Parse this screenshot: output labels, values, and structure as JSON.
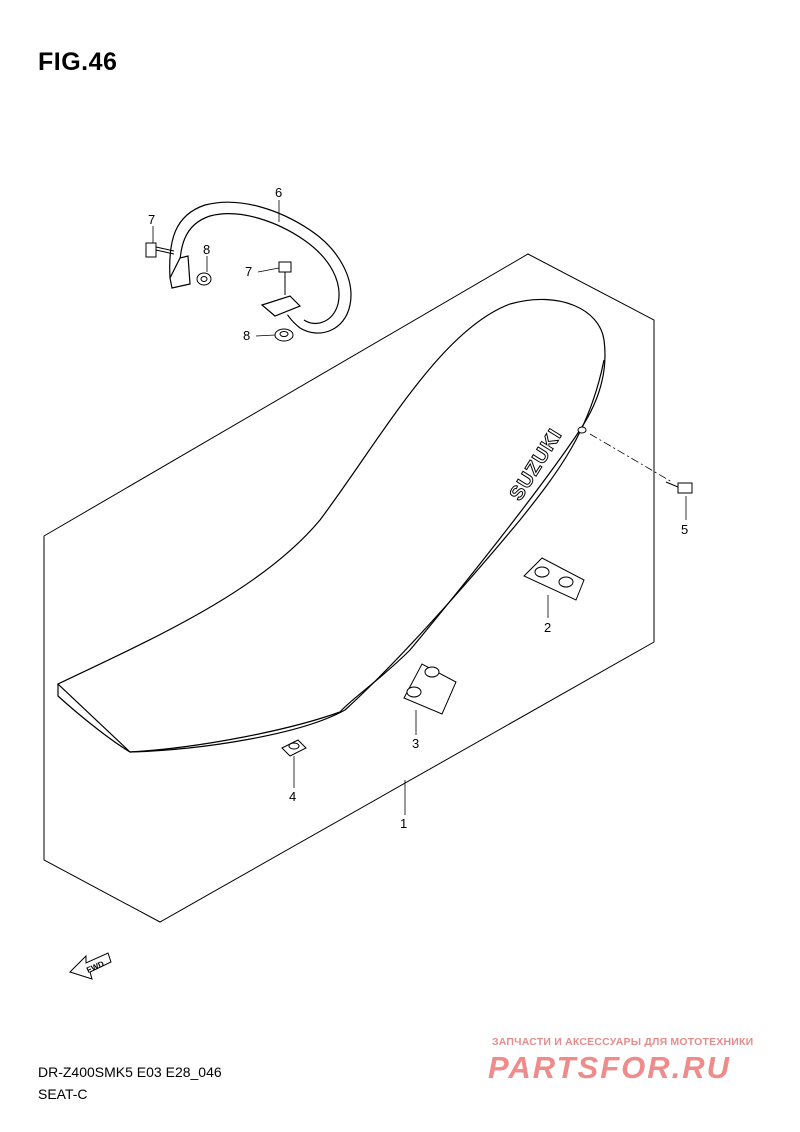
{
  "figure": {
    "title": "FIG.46"
  },
  "callouts": {
    "part1": "1",
    "part2": "2",
    "part3": "3",
    "part4": "4",
    "part5": "5",
    "part6": "6",
    "part7a": "7",
    "part7b": "7",
    "part8a": "8",
    "part8b": "8"
  },
  "seat": {
    "brand_text": "SUZUKI"
  },
  "fwd_arrow": {
    "label": "FWD"
  },
  "footer": {
    "model_code": "DR-Z400SMK5 E03 E28_046",
    "section": "SEAT-C"
  },
  "watermark": {
    "tagline": "ЗАПЧАСТИ И АКСЕССУАРЫ ДЛЯ МОТОТЕХНИКИ",
    "logo_text": "PARTSFOR.RU"
  }
}
